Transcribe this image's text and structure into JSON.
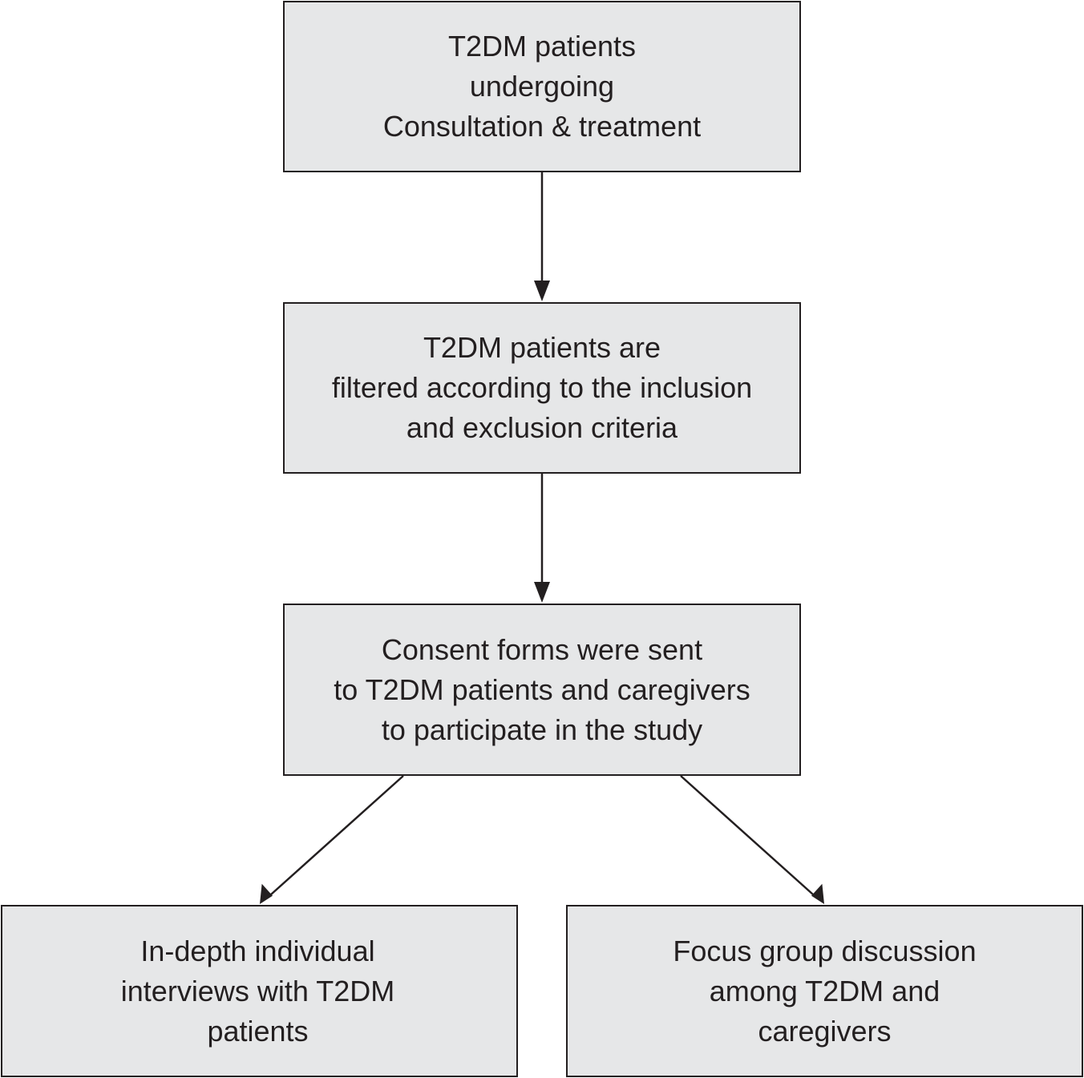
{
  "diagram": {
    "nodes": [
      {
        "id": "box-1",
        "lines": [
          "T2DM patients",
          "undergoing",
          "Consultation & treatment"
        ]
      },
      {
        "id": "box-2",
        "lines": [
          "T2DM patients are",
          "filtered according to the inclusion",
          "and exclusion criteria"
        ]
      },
      {
        "id": "box-3",
        "lines": [
          "Consent forms were sent",
          "to T2DM patients and caregivers",
          "to participate in the study"
        ]
      },
      {
        "id": "box-4",
        "lines": [
          "In-depth individual",
          "interviews with T2DM",
          "patients"
        ]
      },
      {
        "id": "box-5",
        "lines": [
          "Focus group discussion",
          "among T2DM and",
          "caregivers"
        ]
      }
    ],
    "edges": [
      {
        "from": "box-1",
        "to": "box-2"
      },
      {
        "from": "box-2",
        "to": "box-3"
      },
      {
        "from": "box-3",
        "to": "box-4"
      },
      {
        "from": "box-3",
        "to": "box-5"
      }
    ],
    "colors": {
      "box_fill": "#e6e7e8",
      "stroke": "#231f20",
      "text": "#231f20"
    }
  }
}
